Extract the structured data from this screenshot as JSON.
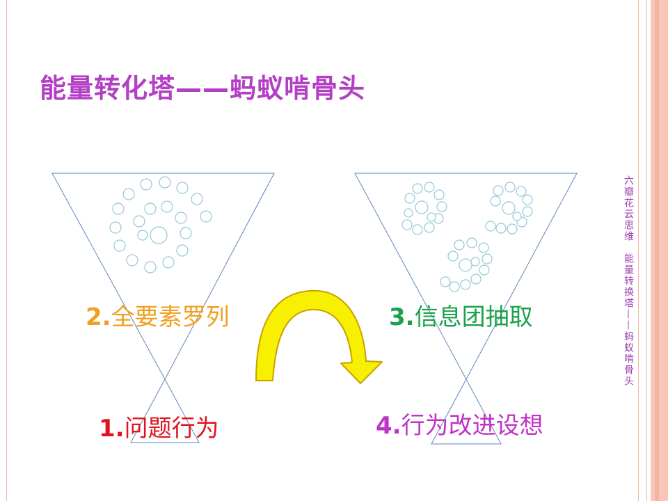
{
  "slide": {
    "title": "能量转化塔——蚂蚁啃骨头",
    "side_caption": "六瓣花云思维　能量转换塔——蚂蚁啃骨头"
  },
  "steps": [
    {
      "num": "2.",
      "text": "全要素罗列",
      "color": "#f0a020"
    },
    {
      "num": "3.",
      "text": "信息团抽取",
      "color": "#1aa14a"
    },
    {
      "num": "1.",
      "text": "问题行为",
      "color": "#e0141e"
    },
    {
      "num": "4.",
      "text": "行为改进设想",
      "color": "#c033c8"
    }
  ],
  "colors": {
    "title": "#b23fc4",
    "outline": "#5e86b7",
    "beads": "#93c8d5",
    "arrow_fill": "#f7f000",
    "arrow_stroke": "#c9a000"
  },
  "icons": {
    "flow_arrow": "curved-arrow-icon",
    "bead_chain": "bead-spiral-icon"
  }
}
